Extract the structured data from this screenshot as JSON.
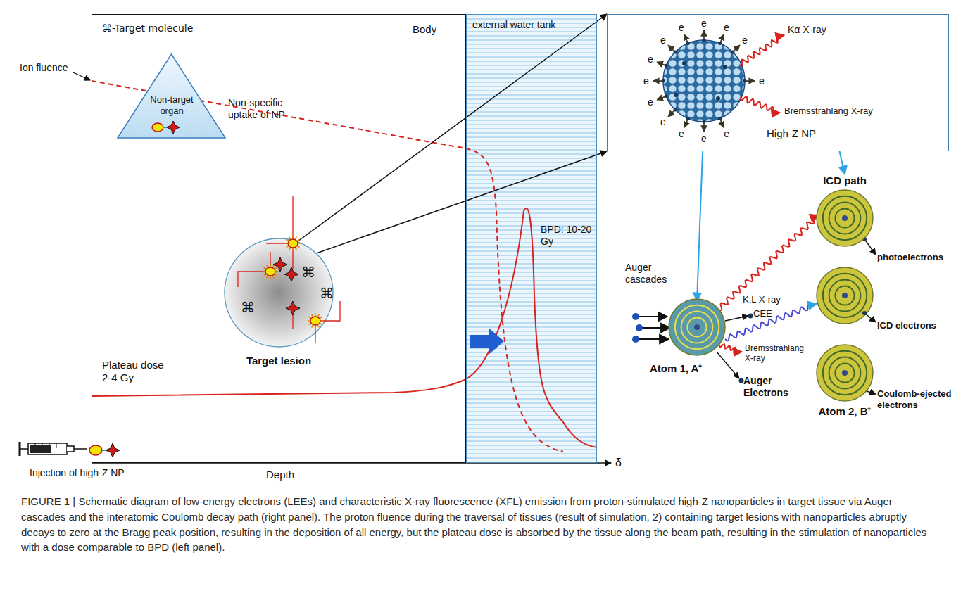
{
  "diagram": {
    "caption": "FIGURE 1 | Schematic diagram of low-energy electrons (LEEs) and characteristic X-ray fluorescence (XFL) emission from proton-stimulated high-Z nanoparticles in target tissue via Auger cascades and the interatomic Coulomb decay path (right panel). The proton fluence during the traversal of tissues (result of simulation, 2) containing target lesions with nanoparticles abruptly decays to zero at the Bragg peak position, resulting in the deposition of all energy, but the plateau dose is absorbed by the tissue along the beam path, resulting in the stimulation of nanoparticles with a dose comparable to BPD (left panel).",
    "nodes": [
      {
        "text": [
          "Body"
        ]
      },
      {
        "text": [
          "Non-target organ"
        ],
        "in": 0
      },
      {
        "text": [
          "Target lesion"
        ],
        "in": 0
      },
      {
        "text": [
          "external water tank"
        ]
      },
      {
        "text": [
          "High-Z NP"
        ]
      },
      {
        "text": [
          "Atom 1, A⁺"
        ]
      },
      {
        "text": [
          "ICD path"
        ]
      },
      {
        "text": [
          "Atom 2, B⁺"
        ]
      }
    ],
    "edges": [
      {
        "from": 2,
        "to": 4,
        "arrow": "to"
      },
      {
        "from": 2,
        "to": 4,
        "arrow": "to"
      },
      {
        "from": 4,
        "to": 5,
        "arrow": "to"
      },
      {
        "from": 4,
        "to": 6,
        "arrow": "to"
      }
    ],
    "labels": [
      "⌘-Target molecule",
      "Non-specific uptake of NP",
      "⌘",
      "⌘",
      "⌘",
      "Ion fluence",
      "Plateau dose 2-4 Gy",
      "BPD: 10-20 Gy",
      "Injection of high-Z NP",
      "Depth",
      "δ",
      "Kα X-ray",
      "Bremsstrahlang X-ray",
      "e",
      "e",
      "e",
      "e",
      "e",
      "e",
      "e",
      "e",
      "e",
      "e",
      "e",
      "e",
      "e",
      "Auger cascades",
      "K,L X-ray",
      "CEE",
      "Bremsstrahlang X-ray",
      "Auger Electrons",
      "photoelectrons",
      "ICD electrons",
      "Coulomb-ejected electrons"
    ]
  }
}
